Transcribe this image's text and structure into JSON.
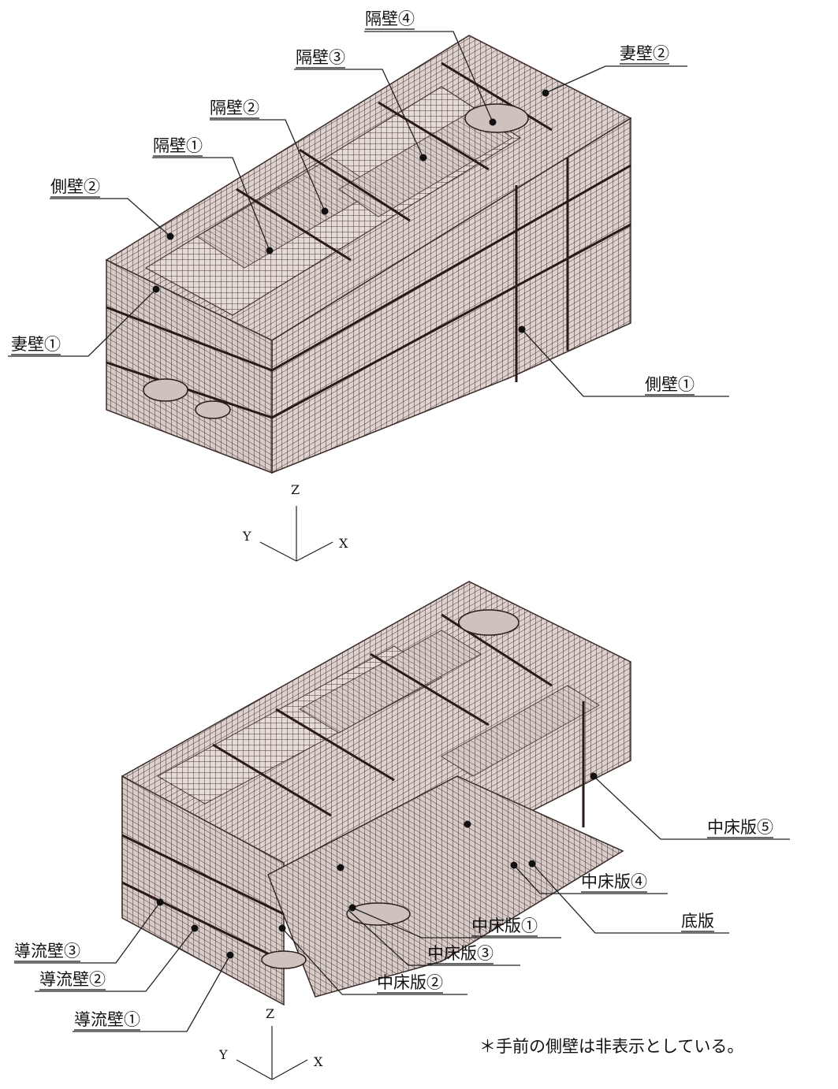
{
  "top_model": {
    "labels": {
      "partition4": "隔壁④",
      "partition3": "隔壁③",
      "partition2": "隔壁②",
      "partition1": "隔壁①",
      "end_wall2": "妻壁②",
      "side_wall2": "側壁②",
      "end_wall1": "妻壁①",
      "side_wall1": "側壁①"
    },
    "axes": {
      "z": "Z",
      "y": "Y",
      "x": "X"
    }
  },
  "bottom_model": {
    "labels": {
      "mid_slab5": "中床版⑤",
      "mid_slab4": "中床版④",
      "bottom_slab": "底版",
      "mid_slab1": "中床版①",
      "mid_slab3": "中床版③",
      "mid_slab2": "中床版②",
      "guide_wall3": "導流壁③",
      "guide_wall2": "導流壁②",
      "guide_wall1": "導流壁①"
    },
    "axes": {
      "z": "Z",
      "y": "Y",
      "x": "X"
    }
  },
  "note": "＊手前の側壁は非表示としている。",
  "colors": {
    "mesh_fill": "#e6dcd8",
    "mesh_line": "#3a2a28",
    "leader": "#222222"
  }
}
